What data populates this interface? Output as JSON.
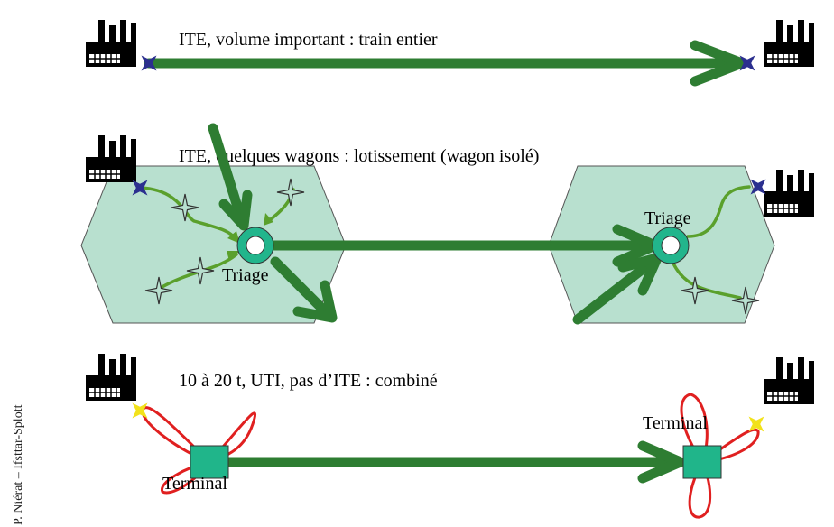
{
  "credit": "P. Niérat – Ifsttar-Splott",
  "rows": {
    "full_train": {
      "title": "ITE, volume important : train entier"
    },
    "wagon_load": {
      "title": "ITE, quelques wagons : lotissement (wagon isolé)",
      "yard_left_label": "Triage",
      "yard_right_label": "Triage"
    },
    "combined": {
      "title": "10 à 20 t, UTI, pas d’ITE : combiné",
      "terminal_left_label": "Terminal",
      "terminal_right_label": "Terminal"
    }
  },
  "colors": {
    "main_arrow": "#2e7d32",
    "feeder_arrow": "#5aa02c",
    "zone_fill": "#b8e0cf",
    "zone_stroke": "#555555",
    "yard_fill": "#22b58c",
    "terminal_fill": "#20b58a",
    "loop_red": "#e02020",
    "connector_blue": "#2b2f8f",
    "connector_yellow": "#f2e21a",
    "factory": "#000000"
  },
  "icons": [
    "factory-icon",
    "cross-connector-icon",
    "star-station-icon",
    "triage-ring-icon",
    "terminal-square-icon"
  ]
}
